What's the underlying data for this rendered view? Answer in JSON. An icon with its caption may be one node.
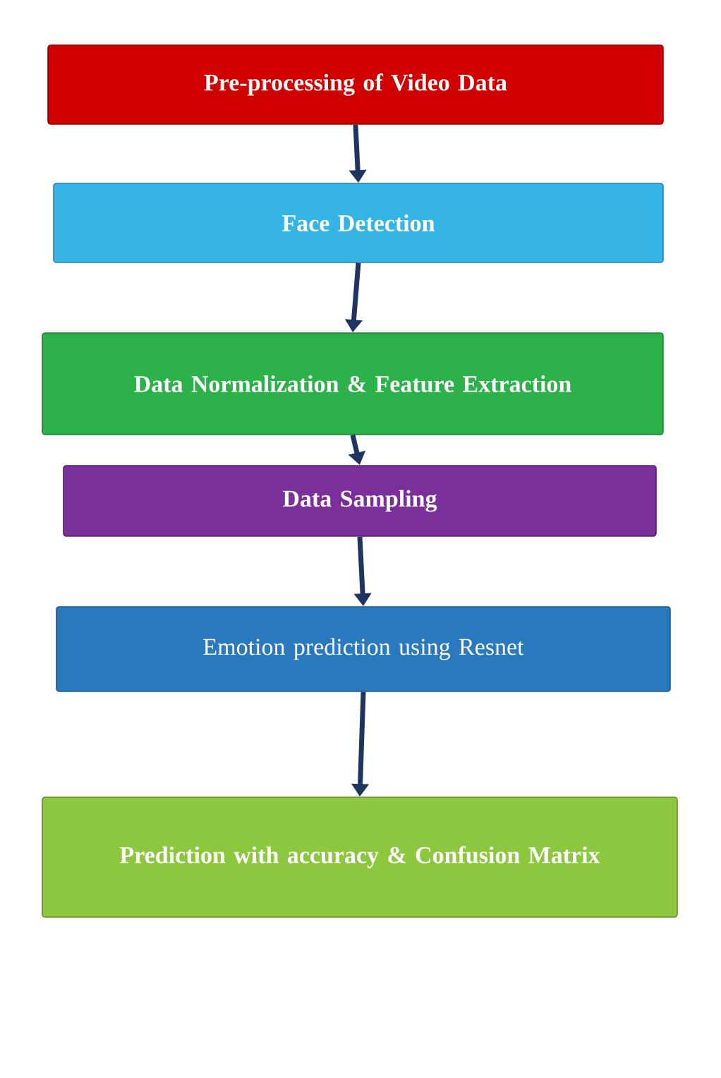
{
  "diagram": {
    "nodes": [
      {
        "text": [
          "Pre-processing of Video Data"
        ]
      },
      {
        "text": [
          "Face Detection"
        ]
      },
      {
        "text": [
          "Data Normalization & Feature Extraction"
        ]
      },
      {
        "text": [
          "Data Sampling"
        ]
      },
      {
        "text": [
          "Emotion prediction using Resnet"
        ]
      },
      {
        "text": [
          "Prediction with accuracy & Confusion Matrix"
        ]
      }
    ],
    "edges": [
      {
        "from": 0,
        "to": 1,
        "arrow": "to"
      },
      {
        "from": 1,
        "to": 2,
        "arrow": "to"
      },
      {
        "from": 2,
        "to": 3,
        "arrow": "to"
      },
      {
        "from": 3,
        "to": 4,
        "arrow": "to"
      },
      {
        "from": 4,
        "to": 5,
        "arrow": "to"
      }
    ]
  }
}
